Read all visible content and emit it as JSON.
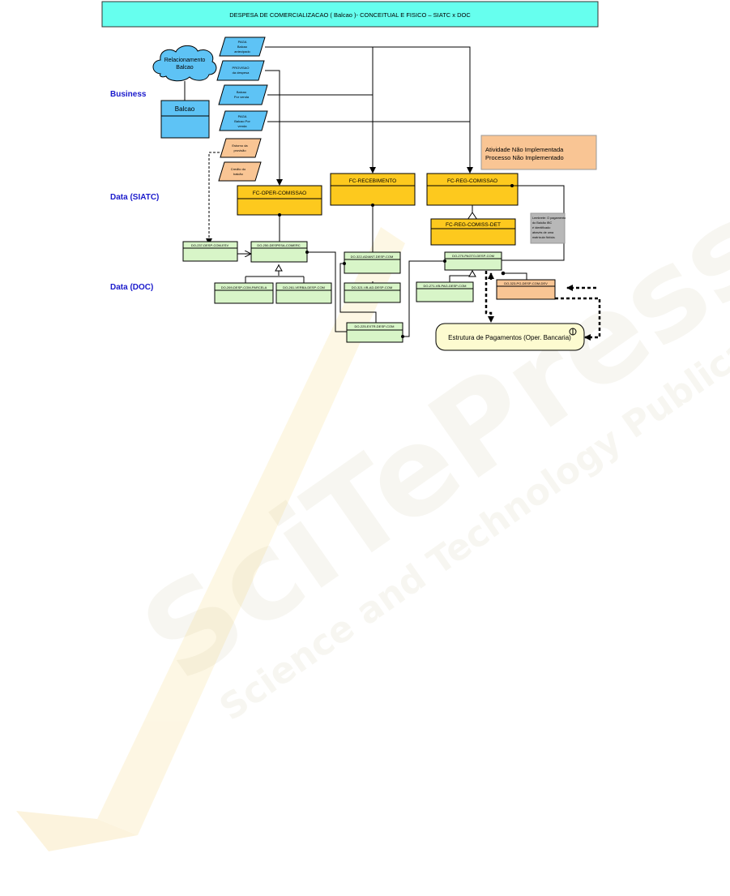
{
  "title": "DESPESA DE COMERCIALIZACAO ( Balcao )- CONCEITUAL E FISICO – SIATC x DOC",
  "lanes": {
    "business": "Business",
    "siatc": "Data (SIATC)",
    "doc": "Data (DOC)"
  },
  "cloud": {
    "line1": "Relacionamento",
    "line2": "Balcao"
  },
  "balcao": "Balcao",
  "parallelograms": {
    "p1": [
      "PAGA",
      "Balcao",
      "antecipado"
    ],
    "p2": [
      "PROVISAO",
      "da despesa"
    ],
    "p3": [
      "Balcao",
      "Por venda"
    ],
    "p4": [
      "PAGA",
      "Balcao Por",
      "venda"
    ],
    "p5": [
      "Estorno da",
      "provisão"
    ],
    "p6": [
      "Credito do",
      "balcão"
    ]
  },
  "legend": {
    "line1": "Atividade Não Implementada",
    "line2": "Processo Não Implementado"
  },
  "entities": {
    "oper": "FC-OPER-COMISSAO",
    "receb": "FC-RECEBIMENTO",
    "reg": "FC-REG-COMISSAO",
    "det": "FC-REG-COMISS-DET"
  },
  "note": [
    "Lembrete: O pagamento",
    "do Balcão IBC",
    "é identificado",
    "através de uma",
    "matrícula fictícia."
  ],
  "tables": {
    "d237": "DO-237-DESP-COM-ESV",
    "d250": "DO-250-DESPESA-COMERC",
    "d269": "DO-269-DESP-COM-PARCELA",
    "d261": "DO-261-VERBA-DESP-COM",
    "d322": "DO-322-ADIANT-DESP-COM",
    "d321": "DO-321-VB-AD-DESP-COM",
    "d225": "DO-225-EXTR-DESP-COM",
    "d270": "DO-270-PAGTO-DESP-COM",
    "d271": "DO-271-VB-PAG-DESP-COM",
    "d323": "DO-323-PG-DESP-COM-DEV"
  },
  "estrutura": "Estrutura de Pagamentos (Oper. Bancaria)",
  "watermark": {
    "big": "SciTePress",
    "small": "Science and Technology Publications"
  },
  "colors": {
    "title_bg": "#66ffee",
    "business_blue": "#5ec3f5",
    "orange_box": "#fdc91e",
    "orange_light": "#f9c594",
    "table_green": "#d8f5c8",
    "lane_blue": "#1a1acc",
    "note_grey": "#b8b8b8",
    "estrutura_bg": "#fdfbd0"
  }
}
